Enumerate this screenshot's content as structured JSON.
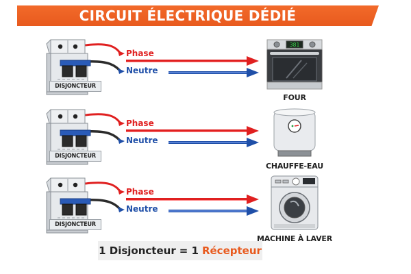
{
  "title": "CIRCUIT ÉLECTRIQUE DÉDIÉ",
  "colors": {
    "banner": "#e85a1e",
    "phase": "#e02020",
    "neutre": "#1f4fa8",
    "accent": "#e85a1e",
    "breaker_toggle": "#2a5bb8"
  },
  "wires": {
    "phase_label": "Phase",
    "neutre_label": "Neutre"
  },
  "circuits": [
    {
      "breaker_label": "DISJONCTEUR",
      "appliance": "FOUR",
      "appliance_icon": "oven-icon",
      "oven_display": "381"
    },
    {
      "breaker_label": "DISJONCTEUR",
      "appliance": "CHAUFFE-EAU",
      "appliance_icon": "water-heater-icon"
    },
    {
      "breaker_label": "DISJONCTEUR",
      "appliance": "MACHINE À LAVER",
      "appliance_icon": "washing-machine-icon"
    }
  ],
  "footer": {
    "part1": "1 Disjoncteur",
    "equals": "= 1",
    "part2": "Récepteur"
  }
}
